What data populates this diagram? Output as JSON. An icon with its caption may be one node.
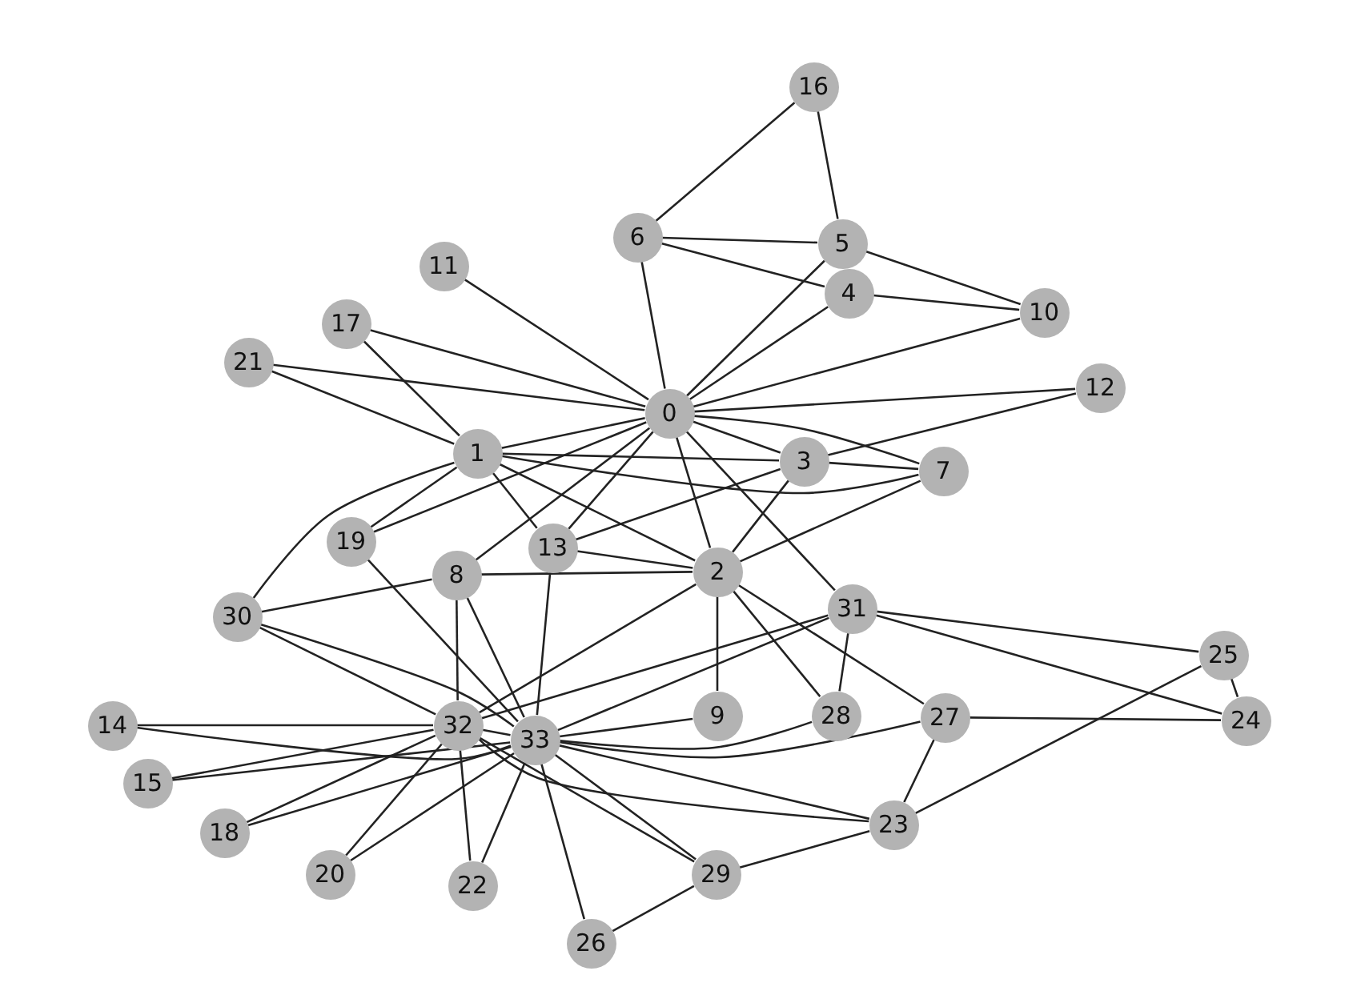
{
  "diagram": {
    "nodes": [
      {
        "text": [
          "0"
        ]
      },
      {
        "text": [
          "1"
        ]
      },
      {
        "text": [
          "2"
        ]
      },
      {
        "text": [
          "3"
        ]
      },
      {
        "text": [
          "4"
        ]
      },
      {
        "text": [
          "5"
        ]
      },
      {
        "text": [
          "6"
        ]
      },
      {
        "text": [
          "7"
        ]
      },
      {
        "text": [
          "8"
        ]
      },
      {
        "text": [
          "9"
        ]
      },
      {
        "text": [
          "10"
        ]
      },
      {
        "text": [
          "11"
        ]
      },
      {
        "text": [
          "12"
        ]
      },
      {
        "text": [
          "13"
        ]
      },
      {
        "text": [
          "14"
        ]
      },
      {
        "text": [
          "15"
        ]
      },
      {
        "text": [
          "16"
        ]
      },
      {
        "text": [
          "17"
        ]
      },
      {
        "text": [
          "18"
        ]
      },
      {
        "text": [
          "19"
        ]
      },
      {
        "text": [
          "20"
        ]
      },
      {
        "text": [
          "21"
        ]
      },
      {
        "text": [
          "22"
        ]
      },
      {
        "text": [
          "23"
        ]
      },
      {
        "text": [
          "24"
        ]
      },
      {
        "text": [
          "25"
        ]
      },
      {
        "text": [
          "26"
        ]
      },
      {
        "text": [
          "27"
        ]
      },
      {
        "text": [
          "28"
        ]
      },
      {
        "text": [
          "29"
        ]
      },
      {
        "text": [
          "30"
        ]
      },
      {
        "text": [
          "31"
        ]
      },
      {
        "text": [
          "32"
        ]
      },
      {
        "text": [
          "33"
        ]
      }
    ],
    "edges": [
      {
        "from": 0,
        "to": 1,
        "arrow": "none"
      },
      {
        "from": 0,
        "to": 2,
        "arrow": "none"
      },
      {
        "from": 0,
        "to": 3,
        "arrow": "none"
      },
      {
        "from": 0,
        "to": 4,
        "arrow": "none"
      },
      {
        "from": 0,
        "to": 5,
        "arrow": "none"
      },
      {
        "from": 0,
        "to": 6,
        "arrow": "none"
      },
      {
        "from": 0,
        "to": 7,
        "arrow": "none"
      },
      {
        "from": 0,
        "to": 8,
        "arrow": "none"
      },
      {
        "from": 0,
        "to": 10,
        "arrow": "none"
      },
      {
        "from": 0,
        "to": 11,
        "arrow": "none"
      },
      {
        "from": 0,
        "to": 12,
        "arrow": "none"
      },
      {
        "from": 0,
        "to": 13,
        "arrow": "none"
      },
      {
        "from": 0,
        "to": 17,
        "arrow": "none"
      },
      {
        "from": 0,
        "to": 19,
        "arrow": "none"
      },
      {
        "from": 0,
        "to": 21,
        "arrow": "none"
      },
      {
        "from": 0,
        "to": 31,
        "arrow": "none"
      },
      {
        "from": 1,
        "to": 2,
        "arrow": "none"
      },
      {
        "from": 1,
        "to": 3,
        "arrow": "none"
      },
      {
        "from": 1,
        "to": 7,
        "arrow": "none"
      },
      {
        "from": 1,
        "to": 13,
        "arrow": "none"
      },
      {
        "from": 1,
        "to": 17,
        "arrow": "none"
      },
      {
        "from": 1,
        "to": 19,
        "arrow": "none"
      },
      {
        "from": 1,
        "to": 21,
        "arrow": "none"
      },
      {
        "from": 1,
        "to": 30,
        "arrow": "none"
      },
      {
        "from": 2,
        "to": 3,
        "arrow": "none"
      },
      {
        "from": 2,
        "to": 7,
        "arrow": "none"
      },
      {
        "from": 2,
        "to": 8,
        "arrow": "none"
      },
      {
        "from": 2,
        "to": 9,
        "arrow": "none"
      },
      {
        "from": 2,
        "to": 13,
        "arrow": "none"
      },
      {
        "from": 2,
        "to": 27,
        "arrow": "none"
      },
      {
        "from": 2,
        "to": 28,
        "arrow": "none"
      },
      {
        "from": 2,
        "to": 32,
        "arrow": "none"
      },
      {
        "from": 3,
        "to": 7,
        "arrow": "none"
      },
      {
        "from": 3,
        "to": 12,
        "arrow": "none"
      },
      {
        "from": 3,
        "to": 13,
        "arrow": "none"
      },
      {
        "from": 4,
        "to": 6,
        "arrow": "none"
      },
      {
        "from": 4,
        "to": 10,
        "arrow": "none"
      },
      {
        "from": 5,
        "to": 6,
        "arrow": "none"
      },
      {
        "from": 5,
        "to": 10,
        "arrow": "none"
      },
      {
        "from": 5,
        "to": 16,
        "arrow": "none"
      },
      {
        "from": 6,
        "to": 16,
        "arrow": "none"
      },
      {
        "from": 8,
        "to": 30,
        "arrow": "none"
      },
      {
        "from": 8,
        "to": 32,
        "arrow": "none"
      },
      {
        "from": 8,
        "to": 33,
        "arrow": "none"
      },
      {
        "from": 9,
        "to": 33,
        "arrow": "none"
      },
      {
        "from": 13,
        "to": 33,
        "arrow": "none"
      },
      {
        "from": 14,
        "to": 32,
        "arrow": "none"
      },
      {
        "from": 14,
        "to": 33,
        "arrow": "none"
      },
      {
        "from": 15,
        "to": 32,
        "arrow": "none"
      },
      {
        "from": 15,
        "to": 33,
        "arrow": "none"
      },
      {
        "from": 18,
        "to": 32,
        "arrow": "none"
      },
      {
        "from": 18,
        "to": 33,
        "arrow": "none"
      },
      {
        "from": 19,
        "to": 33,
        "arrow": "none"
      },
      {
        "from": 20,
        "to": 32,
        "arrow": "none"
      },
      {
        "from": 20,
        "to": 33,
        "arrow": "none"
      },
      {
        "from": 22,
        "to": 32,
        "arrow": "none"
      },
      {
        "from": 22,
        "to": 33,
        "arrow": "none"
      },
      {
        "from": 23,
        "to": 25,
        "arrow": "none"
      },
      {
        "from": 23,
        "to": 27,
        "arrow": "none"
      },
      {
        "from": 23,
        "to": 29,
        "arrow": "none"
      },
      {
        "from": 23,
        "to": 32,
        "arrow": "none"
      },
      {
        "from": 23,
        "to": 33,
        "arrow": "none"
      },
      {
        "from": 24,
        "to": 25,
        "arrow": "none"
      },
      {
        "from": 24,
        "to": 27,
        "arrow": "none"
      },
      {
        "from": 24,
        "to": 31,
        "arrow": "none"
      },
      {
        "from": 25,
        "to": 31,
        "arrow": "none"
      },
      {
        "from": 26,
        "to": 29,
        "arrow": "none"
      },
      {
        "from": 26,
        "to": 33,
        "arrow": "none"
      },
      {
        "from": 27,
        "to": 33,
        "arrow": "none"
      },
      {
        "from": 28,
        "to": 31,
        "arrow": "none"
      },
      {
        "from": 28,
        "to": 33,
        "arrow": "none"
      },
      {
        "from": 29,
        "to": 32,
        "arrow": "none"
      },
      {
        "from": 29,
        "to": 33,
        "arrow": "none"
      },
      {
        "from": 30,
        "to": 32,
        "arrow": "none"
      },
      {
        "from": 30,
        "to": 33,
        "arrow": "none"
      },
      {
        "from": 31,
        "to": 32,
        "arrow": "none"
      },
      {
        "from": 31,
        "to": 33,
        "arrow": "none"
      },
      {
        "from": 32,
        "to": 33,
        "arrow": "none"
      }
    ]
  }
}
